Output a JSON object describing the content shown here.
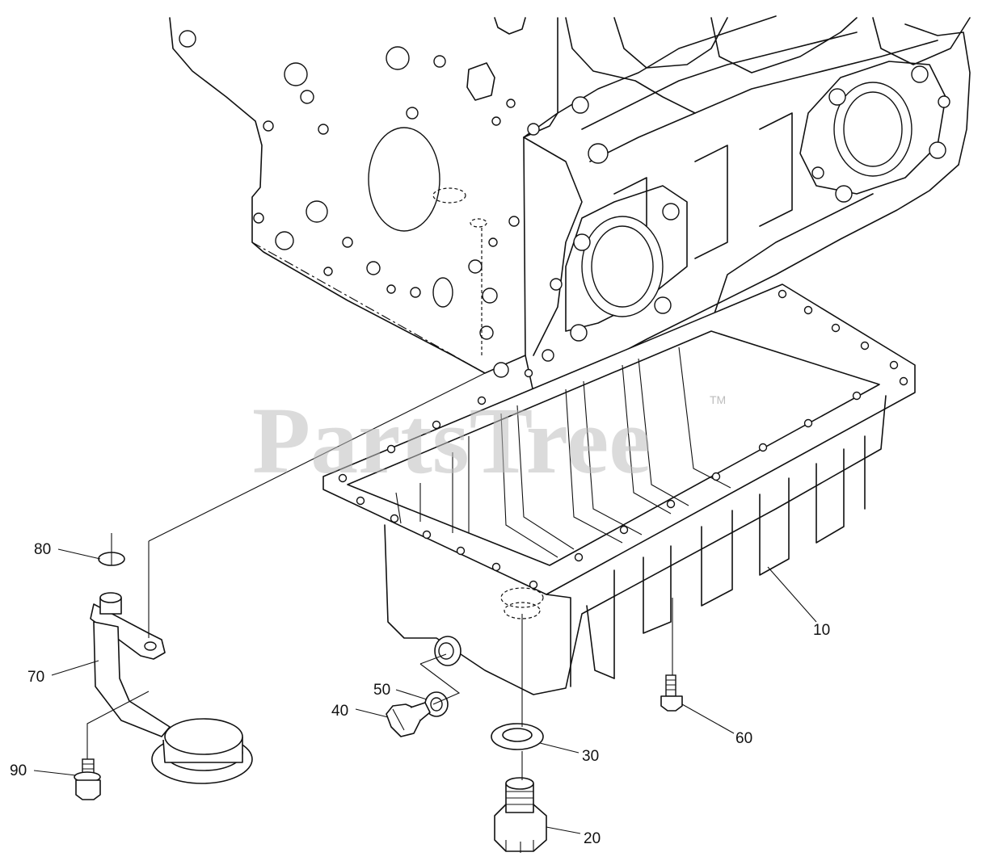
{
  "watermark": {
    "text": "PartsTree",
    "trademark": "TM",
    "color": "#bdbdbd"
  },
  "callouts": [
    {
      "id": "oil-pan",
      "label": "10"
    },
    {
      "id": "drain-plug",
      "label": "20"
    },
    {
      "id": "drain-gasket",
      "label": "30"
    },
    {
      "id": "side-plug",
      "label": "40"
    },
    {
      "id": "side-plug-washer",
      "label": "50"
    },
    {
      "id": "pan-bolt",
      "label": "60"
    },
    {
      "id": "oil-strainer-pipe",
      "label": "70"
    },
    {
      "id": "o-ring",
      "label": "80"
    },
    {
      "id": "strainer-bolt",
      "label": "90"
    }
  ],
  "colors": {
    "line": "#111111",
    "background": "#ffffff"
  }
}
